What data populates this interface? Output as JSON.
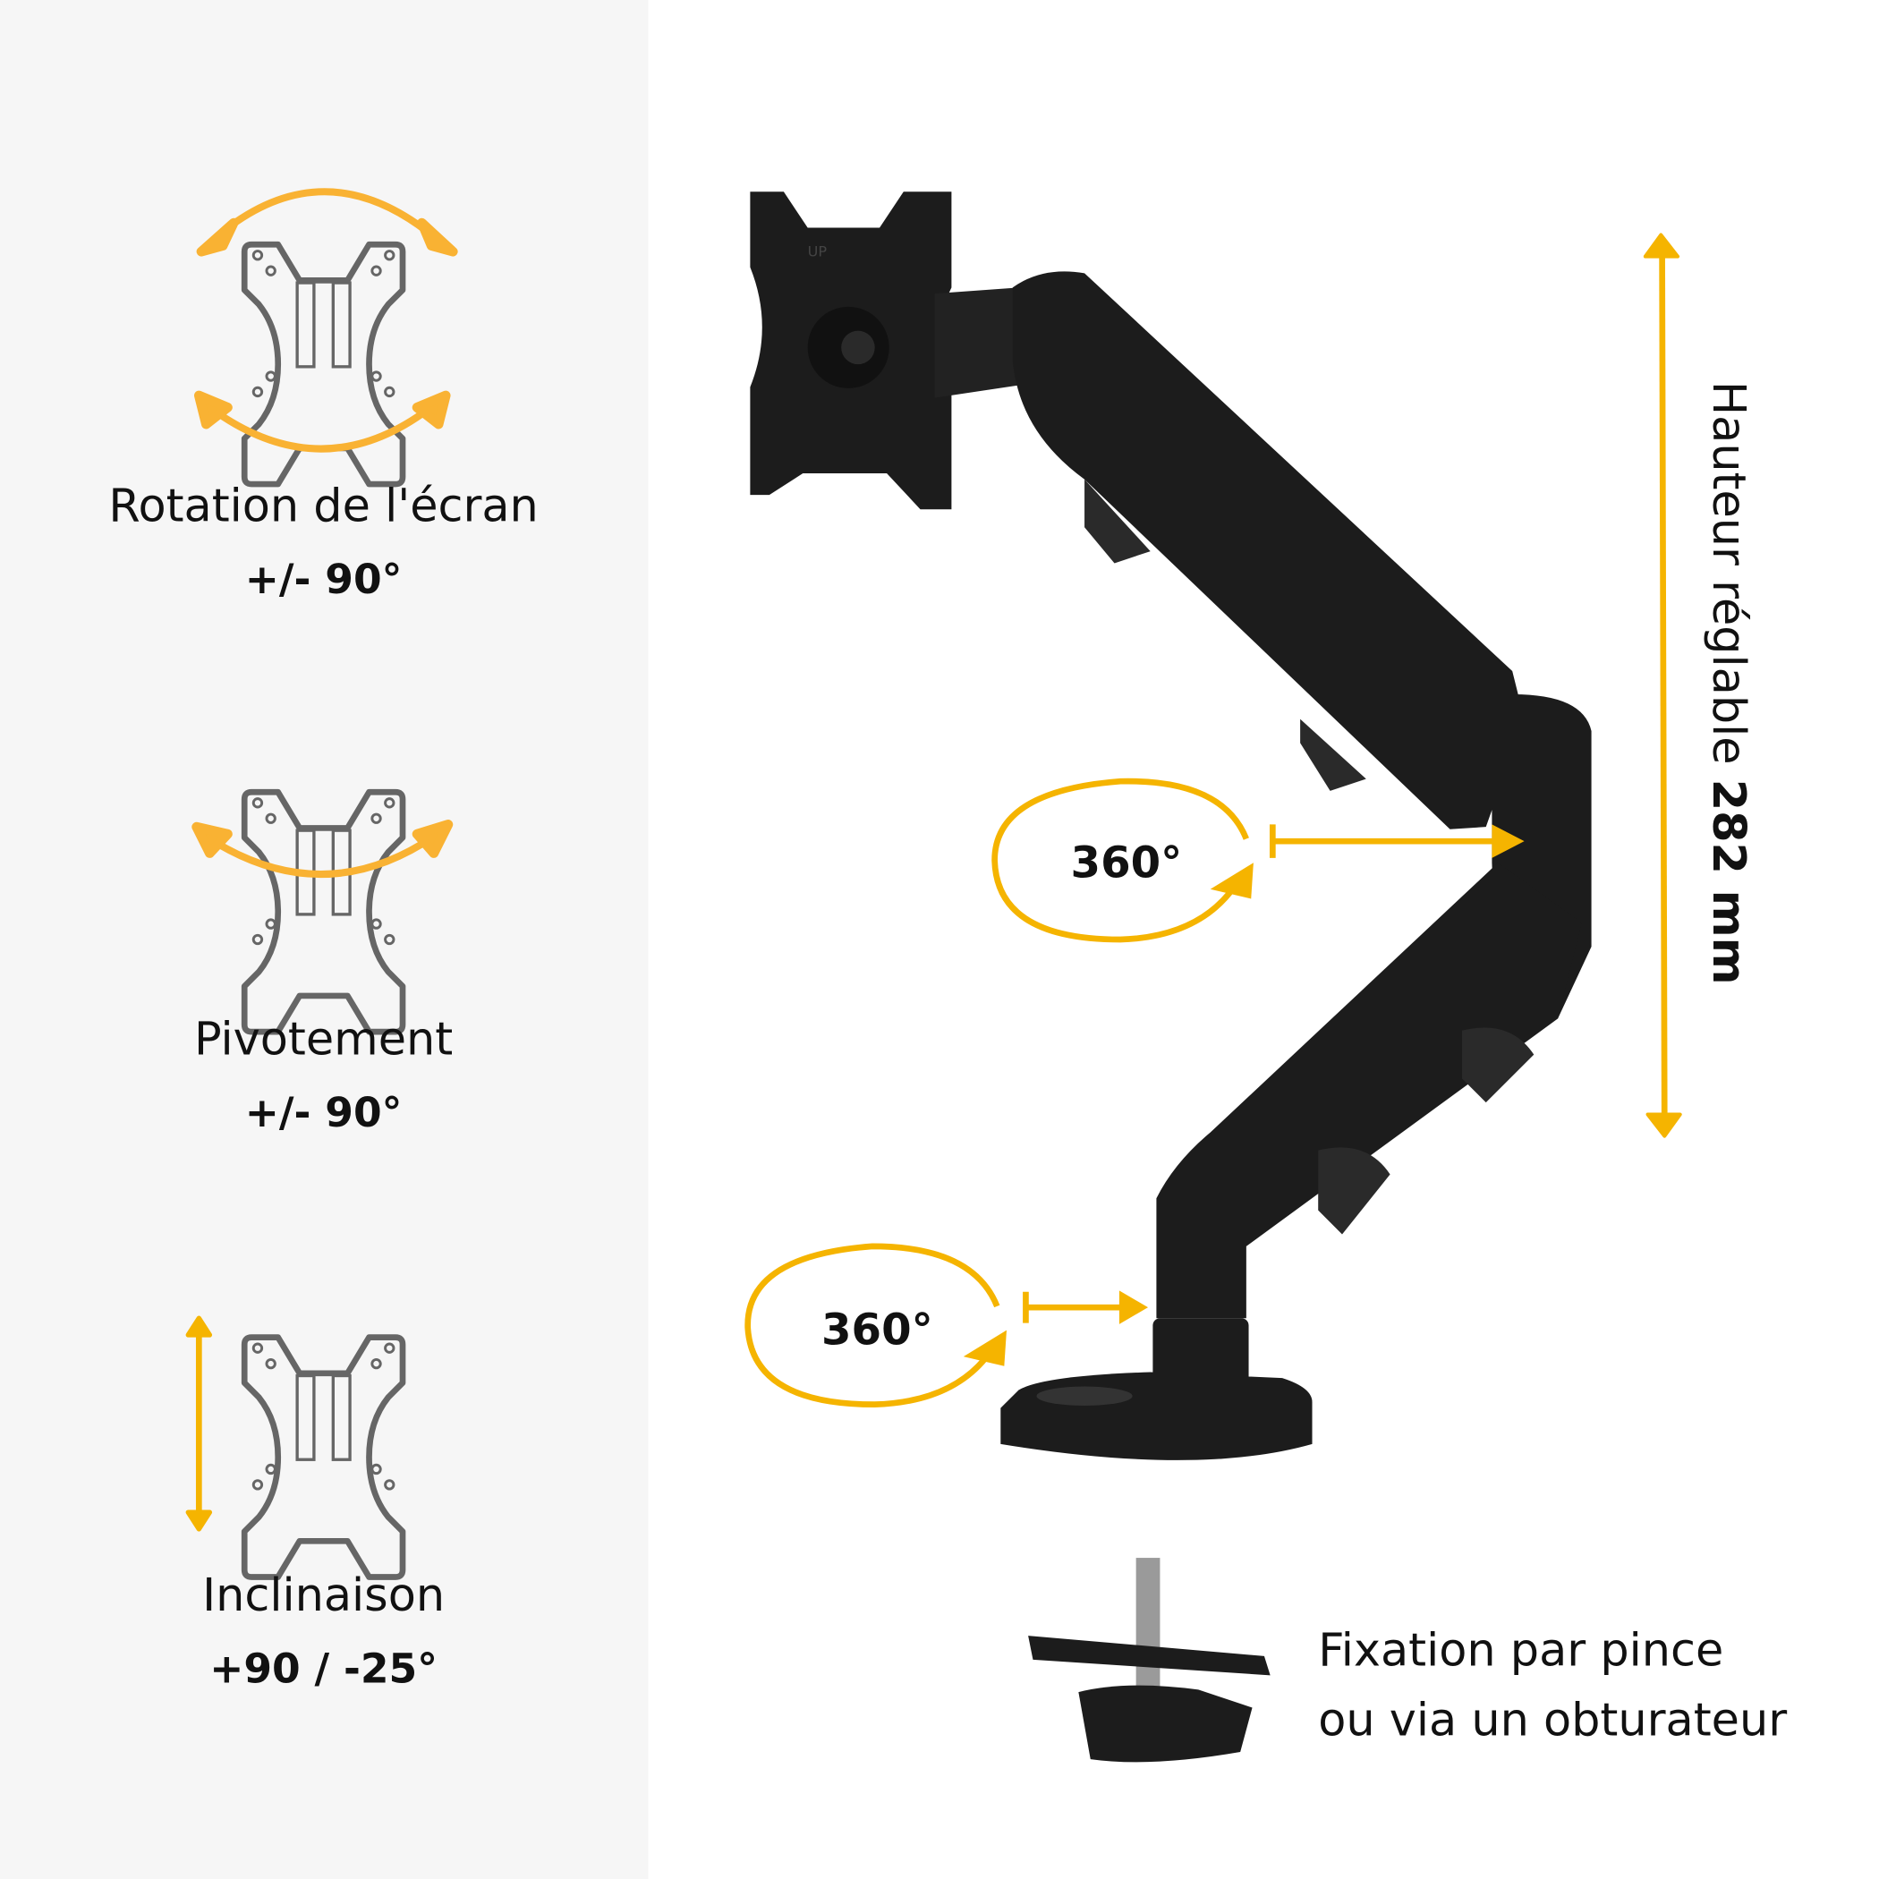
{
  "colors": {
    "accent": "#f9b233",
    "accent_strong": "#f5b400",
    "panel": "#f6f6f6",
    "icon_gray": "#666666",
    "arm": "#1a1a1a"
  },
  "features": [
    {
      "icon": "rotation-icon",
      "title": "Rotation de l'écran",
      "value": "+/- 90°"
    },
    {
      "icon": "swivel-icon",
      "title": "Pivotement",
      "value": "+/- 90°"
    },
    {
      "icon": "tilt-icon",
      "title": "Inclinaison",
      "value": "+90 / -25°"
    }
  ],
  "product": {
    "vesa_plate_text": "UP",
    "rotation_upper": "360°",
    "rotation_lower": "360°",
    "height_label": "Hauteur réglable ",
    "height_value": "282 mm",
    "mount_line1": "Fixation par pince",
    "mount_line2": "ou via un obturateur"
  }
}
